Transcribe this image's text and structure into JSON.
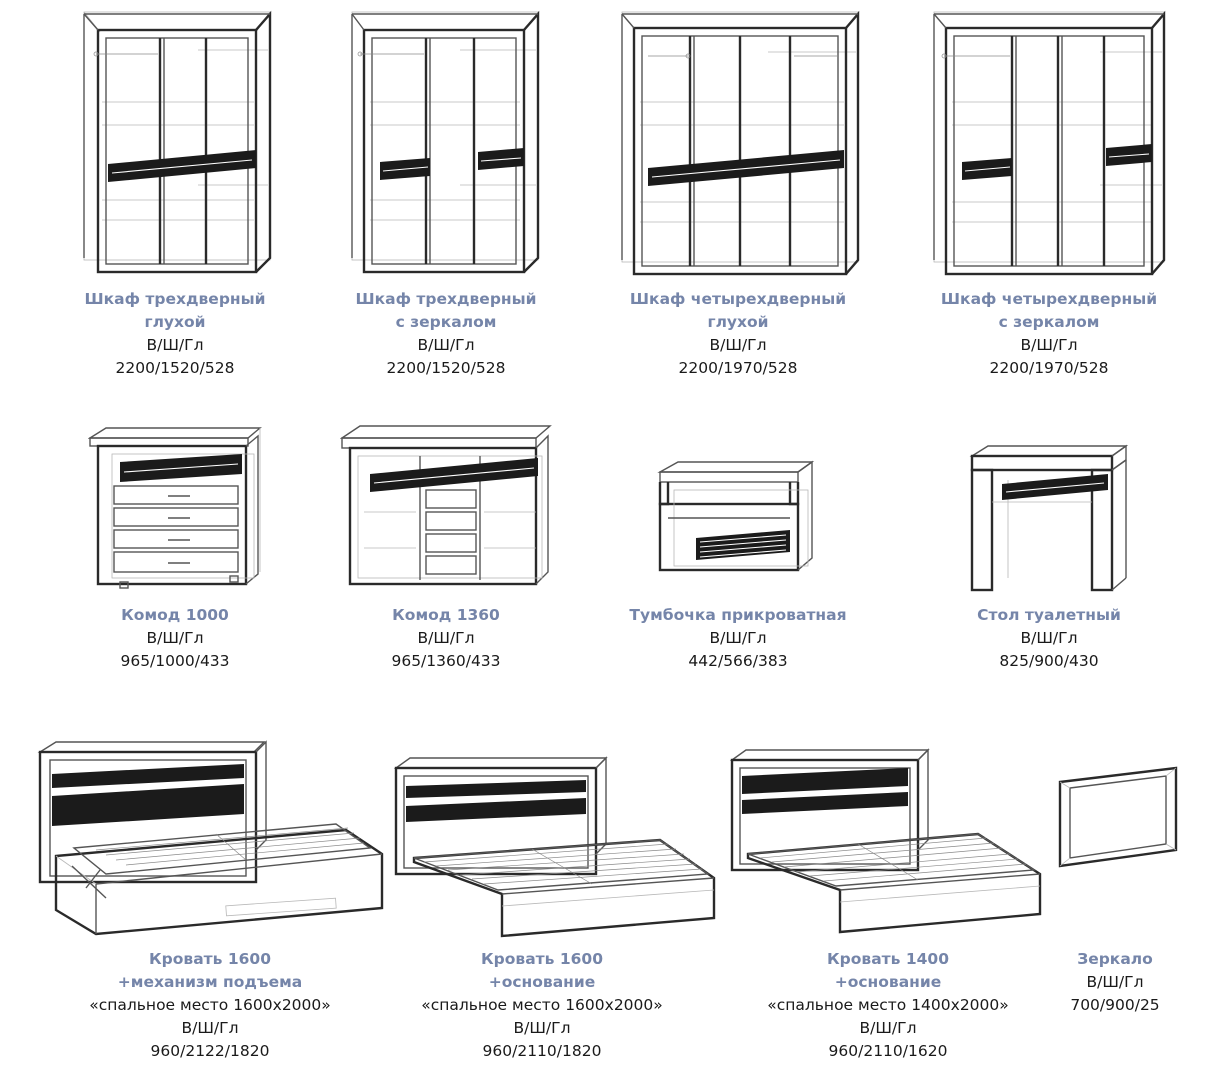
{
  "items": [
    {
      "name": [
        "Шкаф трехдверный",
        "глухой"
      ],
      "lines": [
        "В/Ш/Гл",
        "2200/1520/528"
      ],
      "icon": "wardrobe-3-door-solid"
    },
    {
      "name": [
        "Шкаф трехдверный",
        "с зеркалом"
      ],
      "lines": [
        "В/Ш/Гл",
        "2200/1520/528"
      ],
      "icon": "wardrobe-3-door-mirror"
    },
    {
      "name": [
        "Шкаф четырехдверный",
        "глухой"
      ],
      "lines": [
        "В/Ш/Гл",
        "2200/1970/528"
      ],
      "icon": "wardrobe-4-door-solid"
    },
    {
      "name": [
        "Шкаф четырехдверный",
        "с зеркалом"
      ],
      "lines": [
        "В/Ш/Гл",
        "2200/1970/528"
      ],
      "icon": "wardrobe-4-door-mirror"
    },
    {
      "name": [
        "Комод 1000"
      ],
      "lines": [
        "В/Ш/Гл",
        "965/1000/433"
      ],
      "icon": "chest-of-drawers"
    },
    {
      "name": [
        "Комод 1360"
      ],
      "lines": [
        "В/Ш/Гл",
        "965/1360/433"
      ],
      "icon": "chest-of-drawers-wide"
    },
    {
      "name": [
        "Тумбочка прикроватная"
      ],
      "lines": [
        "В/Ш/Гл",
        "442/566/383"
      ],
      "icon": "bedside-table"
    },
    {
      "name": [
        "Стол туалетный"
      ],
      "lines": [
        "В/Ш/Гл",
        "825/900/430"
      ],
      "icon": "dressing-table"
    },
    {
      "name": [
        "Кровать 1600",
        "+механизм подъема"
      ],
      "lines": [
        "«спальное место 1600х2000»",
        "В/Ш/Гл",
        "960/2122/1820"
      ],
      "icon": "bed-lift"
    },
    {
      "name": [
        "Кровать 1600",
        "+основание"
      ],
      "lines": [
        "«спальное место 1600х2000»",
        "В/Ш/Гл",
        "960/2110/1820"
      ],
      "icon": "bed-base"
    },
    {
      "name": [
        "Кровать 1400",
        "+основание"
      ],
      "lines": [
        "«спальное место 1400х2000»",
        "В/Ш/Гл",
        "960/2110/1620"
      ],
      "icon": "bed-base"
    },
    {
      "name": [
        "Зеркало"
      ],
      "lines": [
        "В/Ш/Гл",
        "700/900/25"
      ],
      "icon": "mirror"
    }
  ],
  "colors": {
    "name": "#7585a9",
    "text": "#1a1a1a",
    "panel": "#1b1b1b"
  }
}
